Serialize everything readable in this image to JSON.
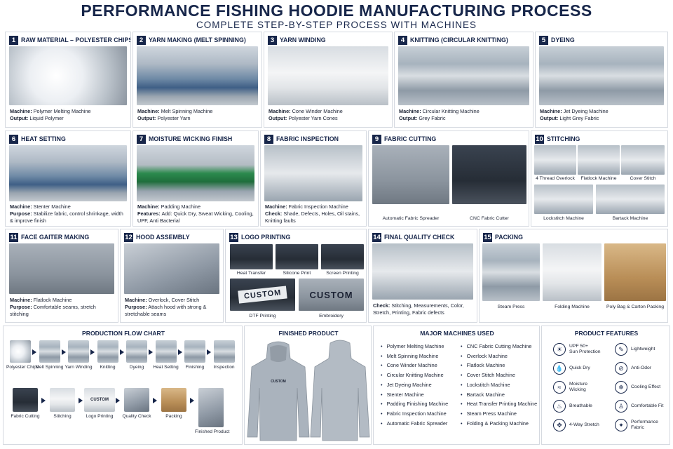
{
  "header": {
    "title": "PERFORMANCE FISHING HOODIE MANUFACTURING PROCESS",
    "subtitle": "COMPLETE STEP-BY-STEP PROCESS WITH MACHINES"
  },
  "steps": [
    {
      "num": "1",
      "title": "RAW MATERIAL – POLYESTER CHIPS",
      "l1": "Machine:",
      "v1": " Polymer Melting Machine",
      "l2": "Output:",
      "v2": " Liquid Polymer"
    },
    {
      "num": "2",
      "title": "YARN MAKING (MELT SPINNING)",
      "l1": "Machine:",
      "v1": " Melt Spinning Machine",
      "l2": "Output:",
      "v2": " Polyester Yarn"
    },
    {
      "num": "3",
      "title": "YARN WINDING",
      "l1": "Machine:",
      "v1": " Cone Winder Machine",
      "l2": "Output:",
      "v2": " Polyester Yarn Cones"
    },
    {
      "num": "4",
      "title": "KNITTING (CIRCULAR KNITTING)",
      "l1": "Machine:",
      "v1": " Circular Knitting Machine",
      "l2": "Output:",
      "v2": " Grey Fabric"
    },
    {
      "num": "5",
      "title": "DYEING",
      "l1": "Machine:",
      "v1": " Jet Dyeing Machine",
      "l2": "Output:",
      "v2": " Light Grey Fabric"
    },
    {
      "num": "6",
      "title": "HEAT SETTING",
      "l1": "Machine:",
      "v1": " Stenter Machine",
      "l2": "Purpose:",
      "v2": " Stabilize fabric, control shrinkage, width & improve finish"
    },
    {
      "num": "7",
      "title": "MOISTURE WICKING FINISH",
      "l1": "Machine:",
      "v1": " Padding Machine",
      "l2": "Features:",
      "v2": " Add: Quick Dry, Sweat Wicking, Cooling, UPF, Anti Bacterial"
    },
    {
      "num": "8",
      "title": "FABRIC INSPECTION",
      "l1": "Machine:",
      "v1": " Fabric Inspection Machine",
      "l2": "Check:",
      "v2": " Shade, Defects, Holes, Oil stains, Knitting faults"
    },
    {
      "num": "9",
      "title": "FABRIC CUTTING",
      "c1": "Automatic Fabric Spreader",
      "c2": "CNC Fabric Cutter"
    },
    {
      "num": "10",
      "title": "STITCHING",
      "c1": "4 Thread Overlock",
      "c2": "Flatlock Machine",
      "c3": "Cover Stitch",
      "c4": "Lockstitch Machine",
      "c5": "Bartack Machine"
    },
    {
      "num": "11",
      "title": "FACE GAITER MAKING",
      "l1": "Machine:",
      "v1": " Flatlock Machine",
      "l2": "Purpose:",
      "v2": " Comfortable seams, stretch stitching"
    },
    {
      "num": "12",
      "title": "HOOD ASSEMBLY",
      "l1": "Machine:",
      "v1": " Overlock, Cover Stitch",
      "l2": "Purpose:",
      "v2": " Attach hood with strong & stretchable seams"
    },
    {
      "num": "13",
      "title": "LOGO PRINTING",
      "c1": "Heat Transfer",
      "c2": "Silicone Print",
      "c3": "Screen Printing",
      "c4": "DTF Printing",
      "c5": "Embroidery",
      "custom": "CUSTOM"
    },
    {
      "num": "14",
      "title": "FINAL QUALITY CHECK",
      "l1": "Check:",
      "v1": " Stitching, Measurements, Color, Stretch, Printing, Fabric defects"
    },
    {
      "num": "15",
      "title": "PACKING",
      "c1": "Steam Press",
      "c2": "Folding Machine",
      "c3": "Poly Bag & Carton Packing"
    }
  ],
  "flow": {
    "title": "PRODUCTION FLOW CHART",
    "row1": [
      "Polyester Chips",
      "Melt Spinning",
      "Yarn Winding",
      "Knitting",
      "Dyeing",
      "Heat Setting",
      "Finishing",
      "Inspection"
    ],
    "row2": [
      "Fabric Cutting",
      "Stitching",
      "Logo Printing",
      "Quality Check",
      "Packing",
      "Finished Product"
    ],
    "custom": "CUSTOM"
  },
  "product": {
    "title": "FINISHED PRODUCT",
    "logo": "CUSTOM"
  },
  "machines": {
    "title": "MAJOR MACHINES USED",
    "col1": [
      "Polymer Melting Machine",
      "Melt Spinning Machine",
      "Cone Winder Machine",
      "Circular Knitting Machine",
      "Jet Dyeing Machine",
      "Stenter Machine",
      "Padding Finishing Machine",
      "Fabric Inspection Machine",
      "Automatic Fabric Spreader"
    ],
    "col2": [
      "CNC Fabric Cutting Machine",
      "Overlock Machine",
      "Flatlock Machine",
      "Cover Stitch Machine",
      "Lockstitch Machine",
      "Bartack Machine",
      "Heat Transfer Printing Machine",
      "Steam Press Machine",
      "Folding & Packing Machine"
    ]
  },
  "features": {
    "title": "PRODUCT FEATURES",
    "items": [
      {
        "label": "UPF 50+\nSun Protection",
        "icon": "☀"
      },
      {
        "label": "Lightweight",
        "icon": "✎"
      },
      {
        "label": "Quick Dry",
        "icon": "💧"
      },
      {
        "label": "Anti-Odor",
        "icon": "⊘"
      },
      {
        "label": "Moisture\nWicking",
        "icon": "≈"
      },
      {
        "label": "Cooling Effect",
        "icon": "❄"
      },
      {
        "label": "Breathable",
        "icon": "♨"
      },
      {
        "label": "Comfortable Fit",
        "icon": "♙"
      },
      {
        "label": "4-Way Stretch",
        "icon": "✥"
      },
      {
        "label": "Performance\nFabric",
        "icon": "✦"
      }
    ]
  }
}
